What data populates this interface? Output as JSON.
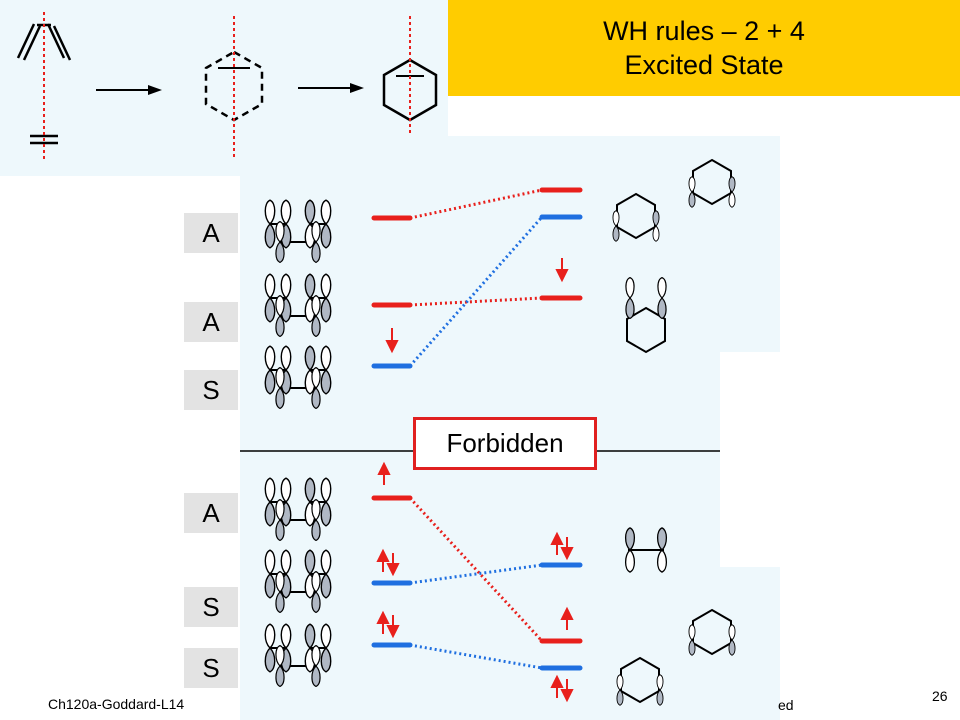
{
  "title": {
    "line1": "WH rules – 2 + 4",
    "line2": "Excited State"
  },
  "symmetry_labels": [
    "A",
    "A",
    "S",
    "A",
    "S",
    "S"
  ],
  "forbidden_label": "Forbidden",
  "footer": {
    "left": "Ch120a-Goddard-L14",
    "right": "ed",
    "page": "26"
  },
  "colors": {
    "title_bg": "#ffcc00",
    "panel_bg": "#eef8fc",
    "red": "#e8201c",
    "blue": "#1f6fe0",
    "orbital_fill": "#b0b8c4"
  },
  "icons": [
    "reaction-arrow-icon",
    "electron-up-arrow-icon",
    "electron-down-arrow-icon",
    "electron-pair-icon"
  ]
}
